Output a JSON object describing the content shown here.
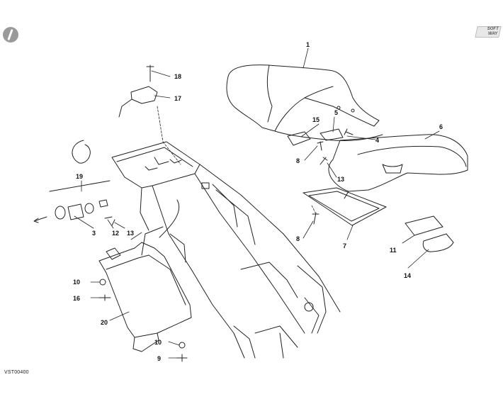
{
  "diagram": {
    "reference_code": "VST00400",
    "brand_badge": [
      "SOFT",
      "WAY"
    ],
    "callouts": [
      {
        "id": "1",
        "label": "1"
      },
      {
        "id": "4",
        "label": "4"
      },
      {
        "id": "5",
        "label": "5"
      },
      {
        "id": "6",
        "label": "6"
      },
      {
        "id": "7",
        "label": "7"
      },
      {
        "id": "8a",
        "label": "8"
      },
      {
        "id": "8b",
        "label": "8"
      },
      {
        "id": "9",
        "label": "9"
      },
      {
        "id": "10a",
        "label": "10"
      },
      {
        "id": "10b",
        "label": "10"
      },
      {
        "id": "11",
        "label": "11"
      },
      {
        "id": "12",
        "label": "12"
      },
      {
        "id": "13a",
        "label": "13"
      },
      {
        "id": "13b",
        "label": "13"
      },
      {
        "id": "14",
        "label": "14"
      },
      {
        "id": "15",
        "label": "15"
      },
      {
        "id": "16",
        "label": "16"
      },
      {
        "id": "17",
        "label": "17"
      },
      {
        "id": "18",
        "label": "18"
      },
      {
        "id": "19",
        "label": "19"
      },
      {
        "id": "20",
        "label": "20"
      }
    ]
  }
}
